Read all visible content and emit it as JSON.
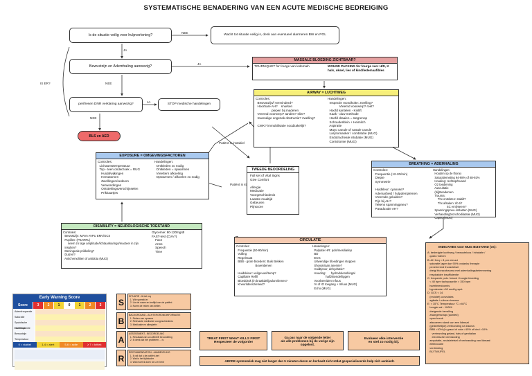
{
  "title": "SYSTEMATISCHE BENADERING VAN EEN ACUTE MEDISCHE BEDREIGING",
  "flow": {
    "q1": "Is de situatie veilig voor hulpverlening?",
    "q1_no_label": "NEE",
    "q1_no_text": "Wacht tot situatie veilig is, denk aan eventueel alarmeren BW en POL",
    "ja1": "JA",
    "q2": "Bewustzijn en Ademhaling aanwezig?",
    "ja2": "JA",
    "nee2": "NEE",
    "is_er": "IS ER?",
    "q3": "perifresen DNR verklaring aanwezig?",
    "ja3": "JA",
    "stop": "STOP medische handelingen",
    "nee3": "NEE",
    "bls": "BLS en AED",
    "patient_instabiel": "Patiënt is instabiel",
    "patient_stabiel": "Patiënt is stabiel"
  },
  "massale": {
    "header": "MASSALE BLOEDING ZICHTBAAR?",
    "left": "TOURNIQUET for fourge van ledemaln",
    "right": "WOUND PACKING for fourge van: H/D, K\nhals, oksel, lies of kind/ledemaafibles"
  },
  "airway": {
    "header": "AIRWAY = LUCHTWEG",
    "left": "Controles:\n  Bewustzijn/l verminderd?\n  Hoorbare AH?    snurken\n                  piepen bij maderen\n  Vreemd voorwerp? tanden? slier?\n  Inwendige ongezak obstructie? zwelling?\n\n  CWK? immobilisatie noodzakelijk?",
    "right": "Handelingen:\n  Inspectie mondholte: zwelling?\n             Vreemd voorwerp? roet?\n  Hoofd kantelen - Kinlift\n  Kaak - duw methode\n  Hoofd draaien = stegrenop\n  Schouderklein + Heimlich\n  Aspiratie\n  Mayo canule of nasale canule\n  Larynxmasker / combitube (MUG)\n  Endotracheale intubatie (MUG)\n  Conicitomie (MUG)"
  },
  "exposure": {
    "header": "EXPOSURE = OMGEVINGSFACTOREN",
    "left": "Controles:\n  Lichaamstemperatuur\n  Top - teen onderzoek = RUG\n    Huidafwijkingen\n    Hematomen\n    Zwellingen/oedeem\n    Verwondingen\n    Ontstekingsverschijnselen\n    Prikkaartjes",
    "right": "Handelingen:\n  Ontkleden zo nodig\n  Ontkleden = opwarmen\n  Vreettern afkoeling\n  Opwarmen / afkoelen zo nodig"
  },
  "tweede": {
    "header": "TWEEDE BEOORDELING",
    "body": "Full set of Vital Signs\nGive Comfort\n\nAllergie\nMedicatie\nVoorgeschiedenis\nLaatste maaltijd\nGebeuren\nPijnscore"
  },
  "breathing": {
    "header": "BREATHING = ADEMHALING",
    "left": "Controles:\n  Frequentie (12-20/min)\n  Diepte\n  Symmetrie\n\n  Huidkleur: cyanose?\n  Ademarbeid / hulpdemplemen\n  Vreemde geluiden?\n  Pijn bij AH?\n  Tekens spanningpneu?\n  Paradoxale AH?",
    "right": "Handelingen:\n  Houdim op de thorax\n  Saturatiemeting 94-98% of 88-92%\n  Houding: rechtop/Kuand\n  O2 toediening\n  Auscultatie\n  (bij)Beademen\n  Trauma:\n      Thx ontsloten: stabilt?\n      Thx afsaken: rib ti?\n                 SC emfyseem?\n  Spanningspneu ontlasten (MUG)\n  Verhandlingbronchodilatatie (MUG)\n  Capno (MUG)"
  },
  "disability": {
    "header": "DISABILITY = NEUROLOGISCHE TOESTAND",
    "left": "Controles:\n  Bewustzijn: MAVA AVPU EMV/GCS\n  Pupillen: (PEARRL)\n      neem zo lage amplitude/lichtaankarings/reacteer in zijn\n  Insulten?\n  Meningeale prikkeling?\n  Duizeir?\n  Antichemolitien of antidota (MUG)",
    "right": "Glycemie: 80-120mg/dl\nFAST-test (CVA?)\n    Face\n    Arms\n    Speech\n    Time"
  },
  "circulatie": {
    "header": "CIRCULATIE",
    "left": "Controles:\n  Frequentie (50-90/min)\n  Vulling\n  Regelmaat\n  BBB - grote bloeders: Buik Bekken\n                       Bovenbenen\n\n  Huidskleur: vel/gevoel/temp?\n  Capillaire Refill\n  Bloeddruk (in braakdelijpulum/tienes?\n  Kneurlidenszieheid?",
    "right": "Handelingen:\n  Palpatie HR: pols/mesilia/lep\n  BD\n  ECG\n  Uitwendige bloedingen stoppen\n  Shoviar/aan anemie?\n  Huidtjesor, dehydratie?\n  Houding:      hydrodolenshingal\n                halfzittende/liggen\n  Voorbereiden Infuus\n  IV of IO toegang + Infuus (MUG)\n  Echo (MUG)"
  },
  "indicaties": {
    "header": "INDICATIES voor MUG BIJSTAND (vs):",
    "body": "A: bedreigde luchtweg / bewusteloos / inhalatie /\n   quick redeem\nB: AH freq < 8 per minuut\n   saturatie lager dan 90% ondanks therapie\n   penetrerend thoraxletsel\n   dreigt thoracotrauma met ademhalingsbelemmering\n   respiratoire insufficientie\nC: frequente pols / shock / hoogte bloeding\n   < 40 bpm tachycaardie > 150 bpm\n   hartritmestoornis\n   hypotensie <90 mmHg syst.\nD: GCS < 14\n   (recidief) convulsies\n   agitatie / ruitvoer trauma\nE: < 35°C Temperatuur °C >40°C\n   hoogte-val - 10/5/4\n   dreigende bevalling\n   zwangerschap (quinted)\n   open breuk\n   afsnoeren stand van een lidmaat\n   (gedeeltelijke) verbranding na trauma\n   BBB >10% (in graad of volw >15% of kind >10%\n      verbranding gelaat, hals of genitalian\n      electrische verbranding\n   amputatie, avulsieletsel of verbranding van lidmaat\n   elektrocutie\n   verdrinking\n   BIJ TWIJFEL"
  },
  "ews": {
    "title": "Early Warning Score",
    "score_label": "Score",
    "scores": [
      "3",
      "2",
      "1",
      "0",
      "1",
      "2",
      "3"
    ],
    "rows": [
      "Ademfrequentie",
      "Saturatie",
      "Systolische bloeddruk",
      "Hartfrequentie",
      "Bewustzijn",
      "Temperatuur"
    ],
    "legend1": "0 = stabiel",
    "legend2": "1-4 = alert",
    "legend3": "5-6 = actie",
    "legend4": "≥ 7 = kritiek"
  },
  "sbar": {
    "letters": [
      "S",
      "B",
      "A",
      "R"
    ],
    "texts": [
      "SITUATIE - Ik bel rnq\n  1. Wie spreekt er\n  2. Uw de naam en leeftijd van de patiënt\n  3. Noem de reden van bellen",
      "BACKGROUND - ACHTERGRONDINFORMATIE\n  1. Reden van opname\n  2. Relevante medische voorgeschiedenis\n  3. Medicatie en allergieën",
      "ASSESSMENT - BEOORDELING\n  1. Resultaat van uw ABCDE beoordeling\n  2. Ik denk dat het probleem ... is",
      "RECOMMENDATION - AANBEVELING\n  1. Ik wil dat u de patiënt ziet\n  2. Wat is het tijdskader\n  3. Wat moet ik doen tot u er bent"
    ]
  },
  "tips": {
    "tip1": "TREAT FIRST WHAT KILLS FIRST\nRespecteer de volgorde!",
    "tip2": "Ga pas naar de volgende letter\nals alle problemen bij de vorige zijn\nopgelost.",
    "tip3": "Evalueer elke interventie\nen stel zo nodig bij.",
    "bottom": "ABCDE systematiek mag niet langer dan 5 minuten duren en herhaalt zich totdat gespecialiseerde hulp zich aanbiedt."
  },
  "colors": {
    "massale": "#e6a1a1",
    "airway": "#f7ef7a",
    "breathing": "#a9c9ef",
    "disability": "#c5e9c0",
    "circulatie": "#f6cbb2",
    "exposure": "#a9c9ef",
    "tip_fill": "#f7c9a2",
    "bls": "#ee6a6a"
  }
}
